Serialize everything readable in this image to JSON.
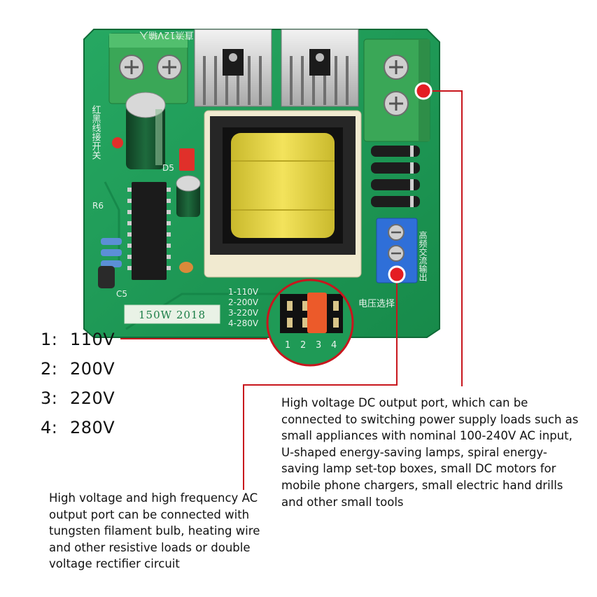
{
  "board": {
    "silkscreen_title": "150W 2018",
    "input_label": "直流12V输入",
    "switch_label": "红黑线接开关",
    "jumper_options": [
      "1-110V",
      "2-200V",
      "3-220V",
      "4-280V"
    ],
    "voltage_select_label": "电压选择",
    "output_label": "高频交流输出",
    "pin_numbers": [
      "1",
      "2",
      "3",
      "4"
    ],
    "component_labels": {
      "r6": "R6",
      "c5": "C5",
      "d5": "D5"
    }
  },
  "voltage_legend": [
    {
      "num": "1:",
      "value": "110V"
    },
    {
      "num": "2:",
      "value": "200V"
    },
    {
      "num": "3:",
      "value": "220V"
    },
    {
      "num": "4:",
      "value": "280V"
    }
  ],
  "callouts": {
    "dc_output": "High voltage DC output port, which can be connected to switching power supply loads such as small appliances with nominal 100-240V AC input, U-shaped energy-saving lamps, spiral energy-saving lamp set-top boxes, small DC motors for mobile phone chargers, small electric hand drills and other small tools",
    "ac_output": "High voltage and high frequency AC output port can be connected with tungsten filament bulb, heating wire and other resistive loads or double voltage rectifier circuit"
  },
  "colors": {
    "pcb": "#1f9a56",
    "annotation_line": "#c8161d",
    "transformer_core": "#2a2a2a",
    "transformer_coil": "#e8d84a",
    "terminal_green": "#3aa757",
    "terminal_blue": "#2f6fd8"
  }
}
